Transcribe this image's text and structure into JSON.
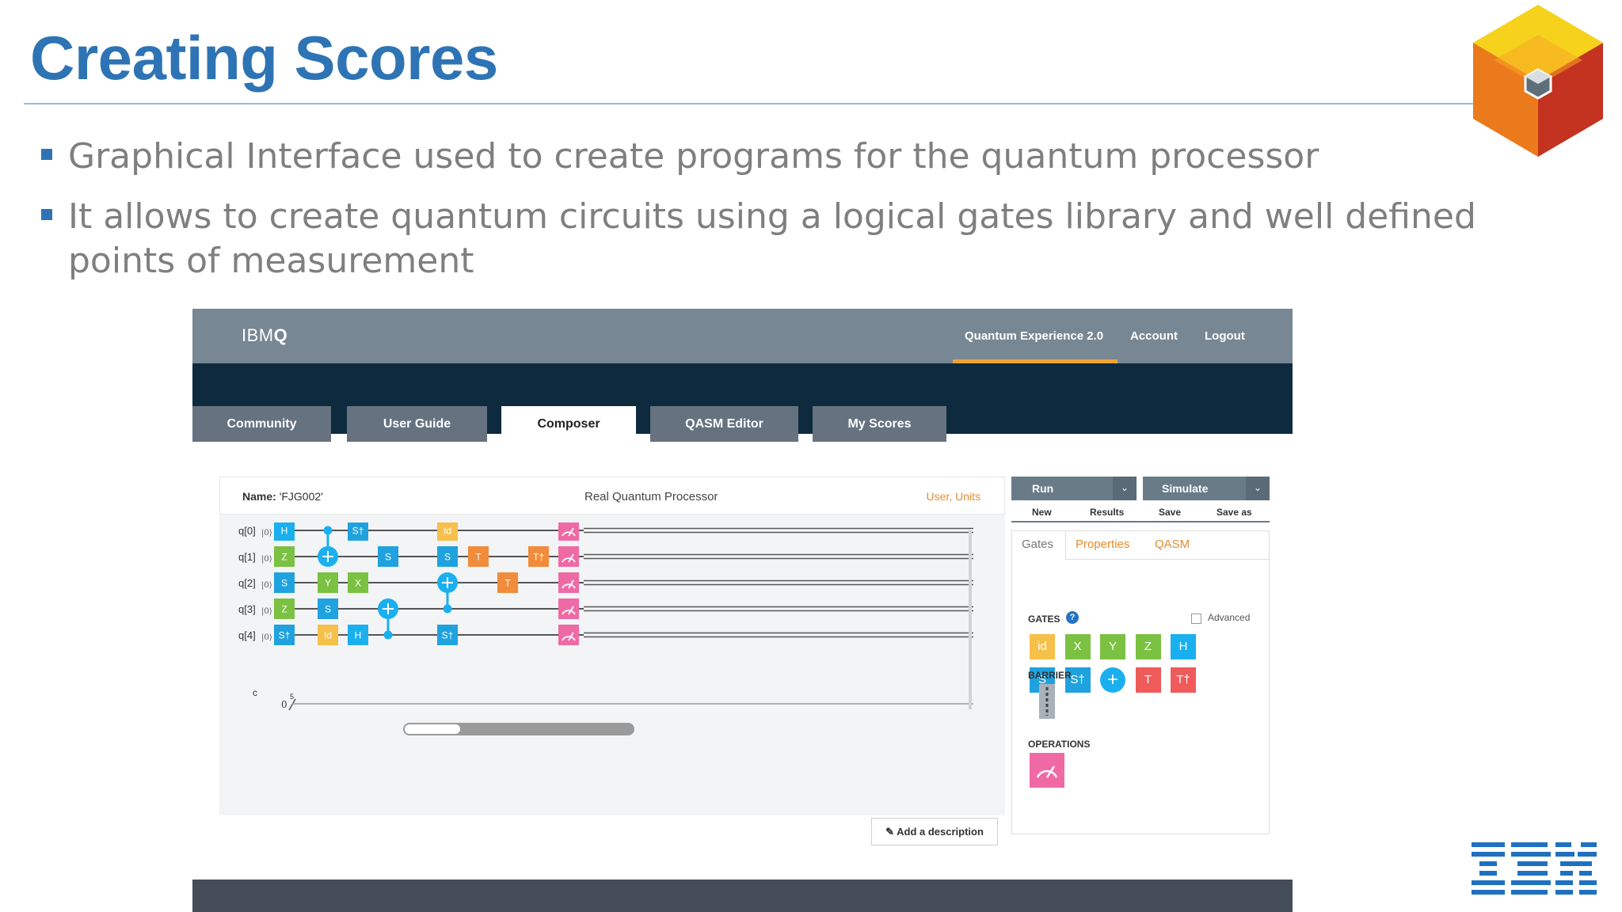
{
  "slide": {
    "title": "Creating Scores",
    "bullets": [
      "Graphical Interface used to create programs for the quantum processor",
      "It allows to create quantum circuits using a logical gates library and well defined points of measurement"
    ],
    "bottom_logo": "IBM",
    "colors": {
      "title": "#2e74b5",
      "bullet_text": "#7f7f7f"
    }
  },
  "app": {
    "brand_prefix": "IBM",
    "brand_suffix": "Q",
    "top_links": [
      "Quantum Experience 2.0",
      "Account",
      "Logout"
    ],
    "tabs": [
      {
        "label": "Community",
        "active": false
      },
      {
        "label": "User Guide",
        "active": false
      },
      {
        "label": "Composer",
        "active": true
      },
      {
        "label": "QASM Editor",
        "active": false
      },
      {
        "label": "My Scores",
        "active": false
      }
    ],
    "score": {
      "name_label": "Name:",
      "name_value": "'FJG002'",
      "processor": "Real Quantum Processor",
      "units": "User, Units"
    },
    "qubits": [
      "q[0]",
      "q[1]",
      "q[2]",
      "q[3]",
      "q[4]"
    ],
    "ket": "|0⟩",
    "classical_label": "c",
    "classical_zero": "0",
    "classical_width": "5",
    "circuit_gates": [
      {
        "qubit": 0,
        "col": 0,
        "label": "H",
        "kind": "h"
      },
      {
        "qubit": 1,
        "col": 0,
        "label": "Z",
        "kind": "pauli"
      },
      {
        "qubit": 2,
        "col": 0,
        "label": "S",
        "kind": "s"
      },
      {
        "qubit": 3,
        "col": 0,
        "label": "Z",
        "kind": "pauli"
      },
      {
        "qubit": 4,
        "col": 0,
        "label": "S†",
        "kind": "s"
      },
      {
        "qubit": 2,
        "col": 1,
        "label": "Y",
        "kind": "pauli"
      },
      {
        "qubit": 3,
        "col": 1,
        "label": "S",
        "kind": "s"
      },
      {
        "qubit": 4,
        "col": 1,
        "label": "Id",
        "kind": "id"
      },
      {
        "qubit": 0,
        "col": 2,
        "label": "S†",
        "kind": "s"
      },
      {
        "qubit": 2,
        "col": 2,
        "label": "X",
        "kind": "pauli"
      },
      {
        "qubit": 4,
        "col": 2,
        "label": "H",
        "kind": "h"
      },
      {
        "qubit": 1,
        "col": 3,
        "label": "S",
        "kind": "s"
      },
      {
        "qubit": 0,
        "col": 4,
        "label": "Id",
        "kind": "id"
      },
      {
        "qubit": 1,
        "col": 4,
        "label": "S",
        "kind": "s"
      },
      {
        "qubit": 4,
        "col": 4,
        "label": "S†",
        "kind": "s"
      },
      {
        "qubit": 1,
        "col": 5,
        "label": "T",
        "kind": "t"
      },
      {
        "qubit": 2,
        "col": 6,
        "label": "T",
        "kind": "t"
      },
      {
        "qubit": 1,
        "col": 7,
        "label": "T†",
        "kind": "t"
      }
    ],
    "cnots": [
      {
        "control": 0,
        "target": 1,
        "col": 1
      },
      {
        "control": 4,
        "target": 3,
        "col": 3
      },
      {
        "control": 3,
        "target": 2,
        "col": 4
      }
    ],
    "measure_col": 8,
    "actions": {
      "run": "Run",
      "simulate": "Simulate",
      "new": "New",
      "results": "Results",
      "save": "Save",
      "save_as": "Save as"
    },
    "panel_tabs": [
      "Gates",
      "Properties",
      "QASM"
    ],
    "gates_title": "GATES",
    "advanced_label": "Advanced",
    "palette": [
      {
        "label": "id",
        "kind": "id"
      },
      {
        "label": "X",
        "kind": "pauli"
      },
      {
        "label": "Y",
        "kind": "pauli"
      },
      {
        "label": "Z",
        "kind": "pauli"
      },
      {
        "label": "H",
        "kind": "h"
      },
      {
        "label": "S",
        "kind": "s"
      },
      {
        "label": "S†",
        "kind": "s"
      },
      {
        "label": "+",
        "kind": "cnot"
      },
      {
        "label": "T",
        "kind": "t_red"
      },
      {
        "label": "T†",
        "kind": "t_red"
      }
    ],
    "barrier_title": "BARRIER",
    "operations_title": "OPERATIONS",
    "add_description": "Add a description",
    "scroll_thumb_fraction": 0.24,
    "colors": {
      "h": "#1ab0ef",
      "pauli": "#7bc142",
      "s": "#20a2df",
      "id": "#f7c04a",
      "t": "#f08c3c",
      "t_red": "#ef5b5b",
      "cnot": "#1ab0ef",
      "measure": "#ef6aa5",
      "nav": "#0d2a3f",
      "topbar": "#778793",
      "accent": "#f0a430"
    }
  }
}
